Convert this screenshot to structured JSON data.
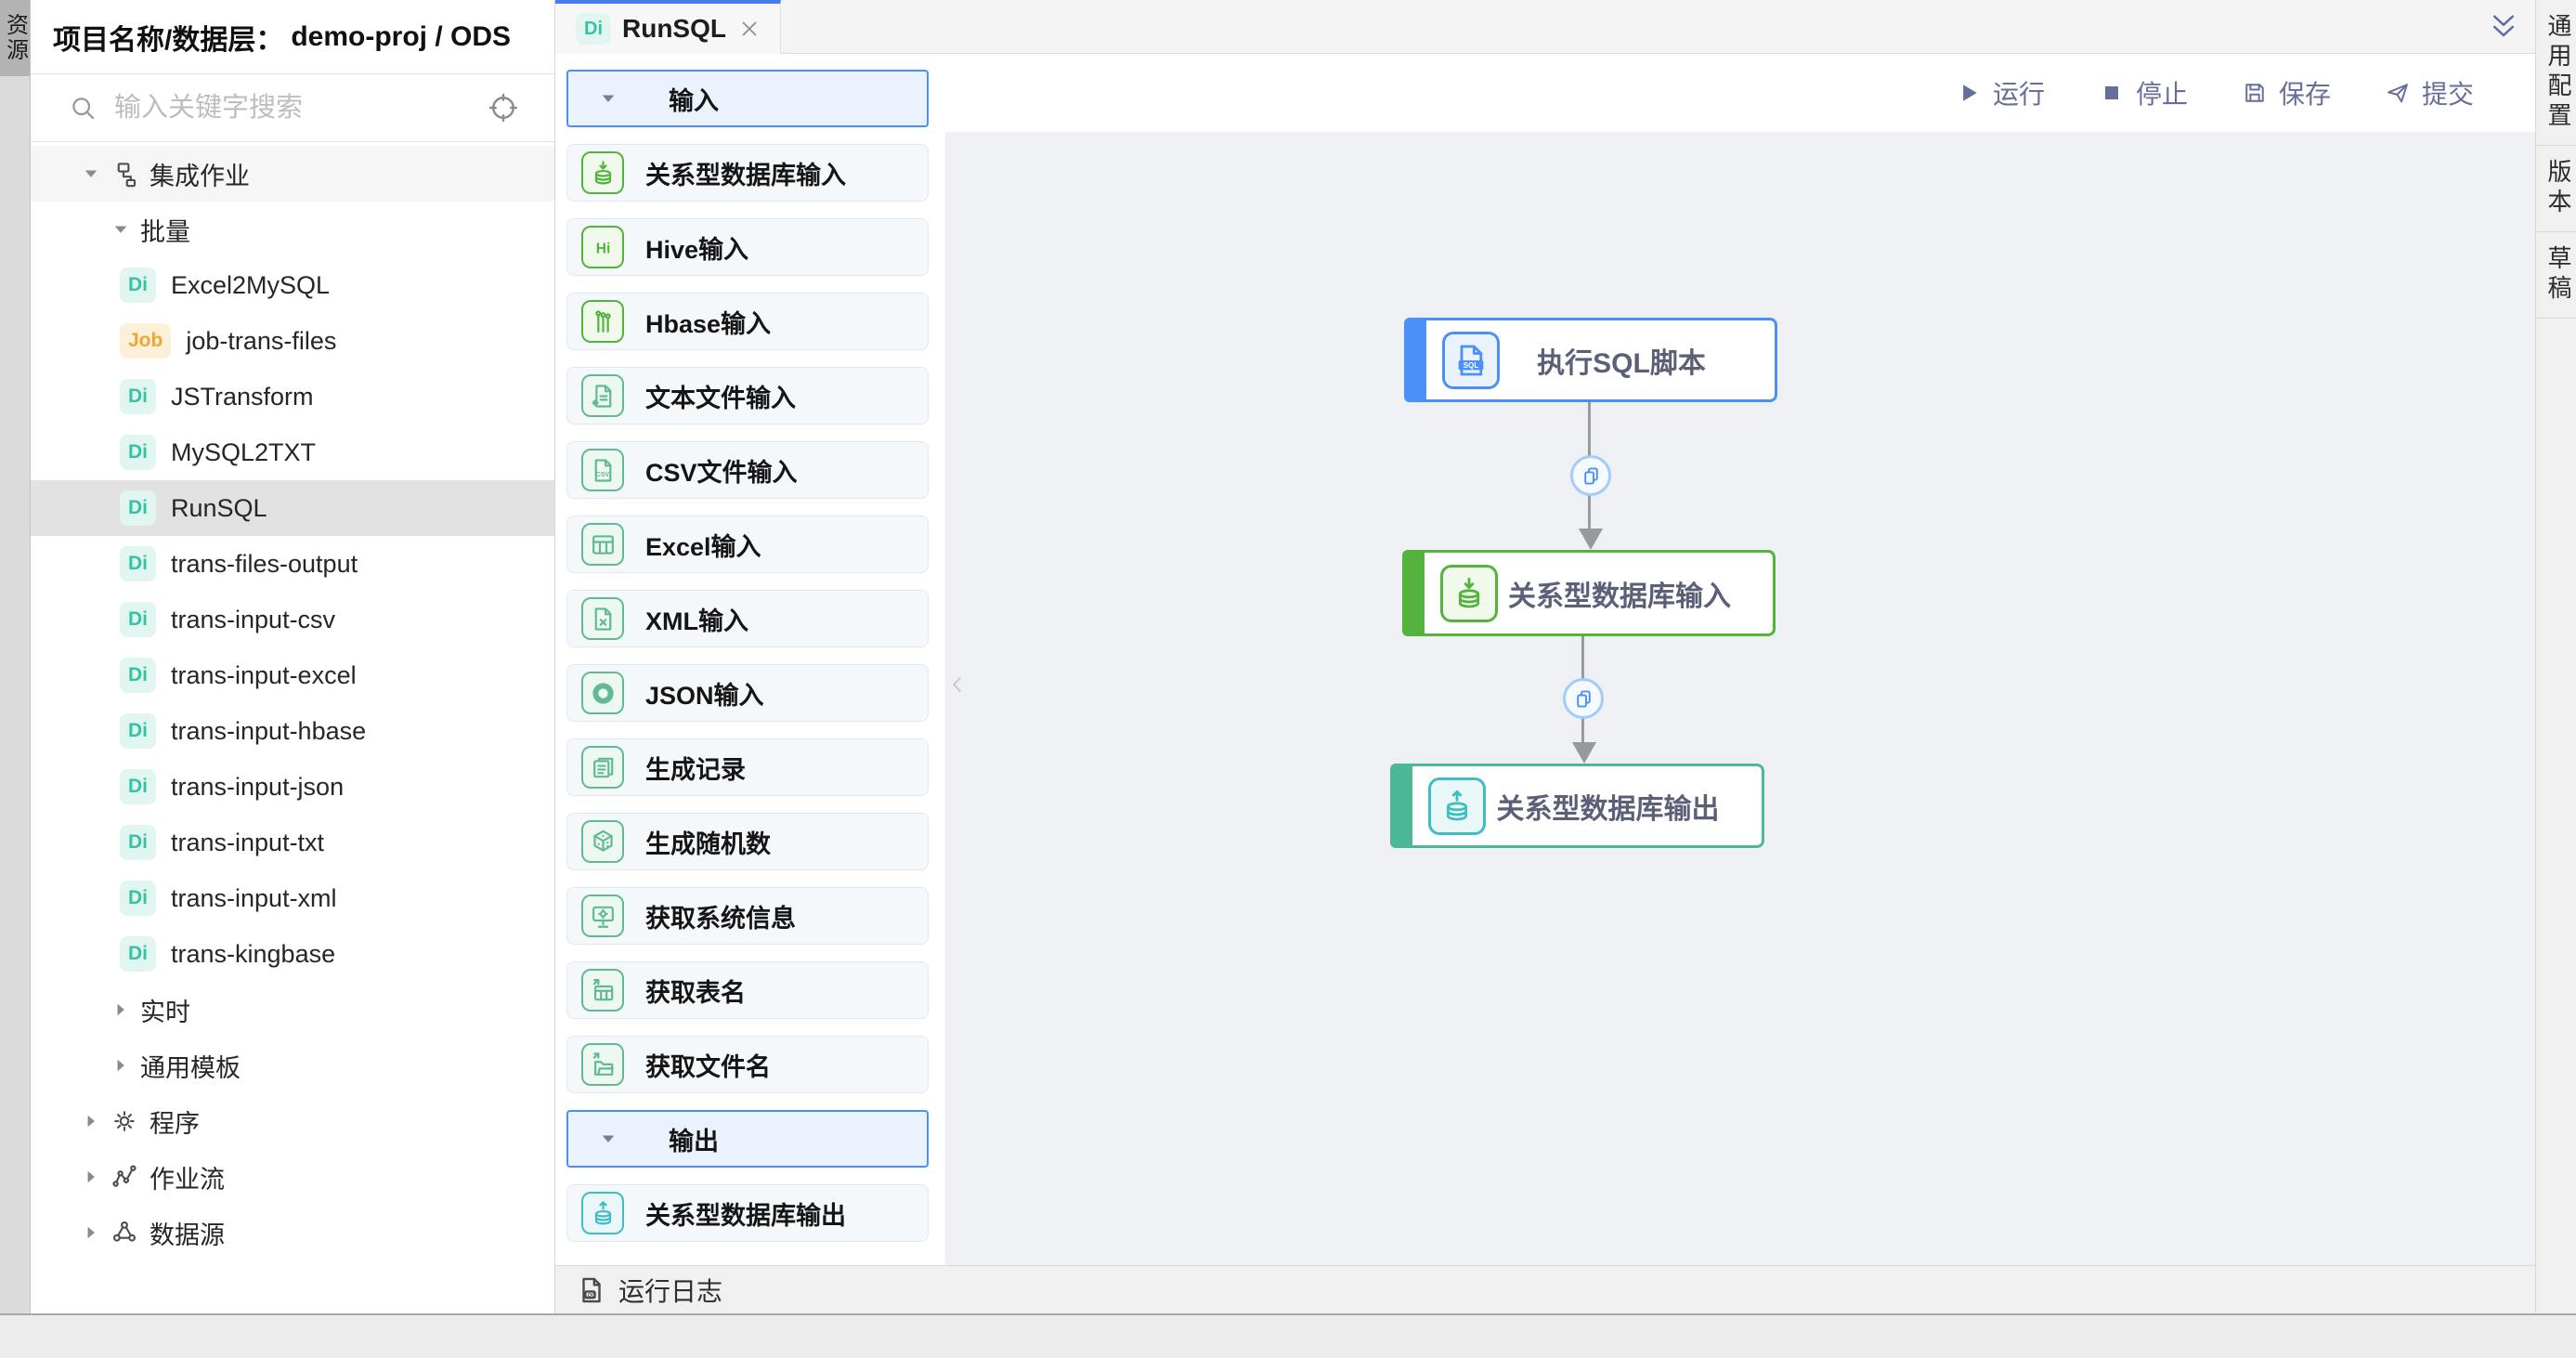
{
  "app": {
    "colors": {
      "accent_blue": "#4a90f7",
      "green": "#54b33c",
      "teal": "#4db896",
      "cyan": "#3fbdc4",
      "toolbar_purple": "#666f9c",
      "badge_di": "#35c3a4",
      "badge_job": "#f0a732"
    },
    "left_rail": {
      "tabs": [
        {
          "label": "资源",
          "active": true
        }
      ]
    },
    "sidebar": {
      "title_label": "项目名称/数据层：",
      "title_value": "demo-proj / ODS",
      "search": {
        "placeholder": "输入关键字搜索"
      },
      "tree": [
        {
          "level": 0,
          "caret": "down",
          "icon": "org-chart",
          "label": "集成作业"
        },
        {
          "level": 1,
          "caret": "down",
          "label": "批量"
        },
        {
          "level": 2,
          "badge": "Di",
          "badge_type": "di",
          "label": "Excel2MySQL"
        },
        {
          "level": 2,
          "badge": "Job",
          "badge_type": "job",
          "label": "job-trans-files"
        },
        {
          "level": 2,
          "badge": "Di",
          "badge_type": "di",
          "label": "JSTransform"
        },
        {
          "level": 2,
          "badge": "Di",
          "badge_type": "di",
          "label": "MySQL2TXT"
        },
        {
          "level": 2,
          "badge": "Di",
          "badge_type": "di",
          "label": "RunSQL",
          "selected": true
        },
        {
          "level": 2,
          "badge": "Di",
          "badge_type": "di",
          "label": "trans-files-output"
        },
        {
          "level": 2,
          "badge": "Di",
          "badge_type": "di",
          "label": "trans-input-csv"
        },
        {
          "level": 2,
          "badge": "Di",
          "badge_type": "di",
          "label": "trans-input-excel"
        },
        {
          "level": 2,
          "badge": "Di",
          "badge_type": "di",
          "label": "trans-input-hbase"
        },
        {
          "level": 2,
          "badge": "Di",
          "badge_type": "di",
          "label": "trans-input-json"
        },
        {
          "level": 2,
          "badge": "Di",
          "badge_type": "di",
          "label": "trans-input-txt"
        },
        {
          "level": 2,
          "badge": "Di",
          "badge_type": "di",
          "label": "trans-input-xml"
        },
        {
          "level": 2,
          "badge": "Di",
          "badge_type": "di",
          "label": "trans-kingbase"
        },
        {
          "level": 1,
          "caret": "right",
          "label": "实时"
        },
        {
          "level": 1,
          "caret": "right",
          "label": "通用模板"
        },
        {
          "level": 0,
          "caret": "right",
          "icon": "gear",
          "label": "程序"
        },
        {
          "level": 0,
          "caret": "right",
          "icon": "flow",
          "label": "作业流"
        },
        {
          "level": 0,
          "caret": "right",
          "icon": "datasource",
          "label": "数据源"
        }
      ]
    },
    "tabbar": {
      "tabs": [
        {
          "badge": "Di",
          "label": "RunSQL",
          "active": true
        }
      ]
    },
    "toolbar": {
      "buttons": [
        {
          "icon": "run",
          "label": "运行"
        },
        {
          "icon": "stop",
          "label": "停止"
        },
        {
          "icon": "save",
          "label": "保存"
        },
        {
          "icon": "submit",
          "label": "提交"
        }
      ]
    },
    "palette": {
      "sections": [
        {
          "label": "输入",
          "items": [
            {
              "icon": "db-download",
              "label": "关系型数据库输入",
              "tone": "green"
            },
            {
              "icon": "hive",
              "label": "Hive输入",
              "tone": "green"
            },
            {
              "icon": "hbase",
              "label": "Hbase输入",
              "tone": "green"
            },
            {
              "icon": "file-text",
              "label": "文本文件输入",
              "tone": "sea"
            },
            {
              "icon": "file-csv",
              "label": "CSV文件输入",
              "tone": "sea"
            },
            {
              "icon": "table",
              "label": "Excel输入",
              "tone": "sea"
            },
            {
              "icon": "file-xml",
              "label": "XML输入",
              "tone": "sea"
            },
            {
              "icon": "json",
              "label": "JSON输入",
              "tone": "sea"
            },
            {
              "icon": "docs",
              "label": "生成记录",
              "tone": "sea"
            },
            {
              "icon": "dice",
              "label": "生成随机数",
              "tone": "sea"
            },
            {
              "icon": "monitor",
              "label": "获取系统信息",
              "tone": "sea"
            },
            {
              "icon": "table-arrow",
              "label": "获取表名",
              "tone": "sea"
            },
            {
              "icon": "folder-arrow",
              "label": "获取文件名",
              "tone": "sea"
            }
          ]
        },
        {
          "label": "输出",
          "items": [
            {
              "icon": "db-upload",
              "label": "关系型数据库输出",
              "tone": "cyan"
            }
          ]
        }
      ]
    },
    "canvas": {
      "nodes": [
        {
          "icon": "sql-file",
          "label": "执行SQL脚本",
          "tone": "blue"
        },
        {
          "icon": "db-download",
          "label": "关系型数据库输入",
          "tone": "green"
        },
        {
          "icon": "db-upload",
          "label": "关系型数据库输出",
          "tone": "teal"
        }
      ],
      "links": [
        {
          "icon": "link-copy"
        },
        {
          "icon": "link-copy"
        }
      ]
    },
    "log_bar": {
      "label": "运行日志"
    },
    "right_rail": {
      "tabs": [
        "通用配置",
        "版本",
        "草稿"
      ]
    }
  }
}
